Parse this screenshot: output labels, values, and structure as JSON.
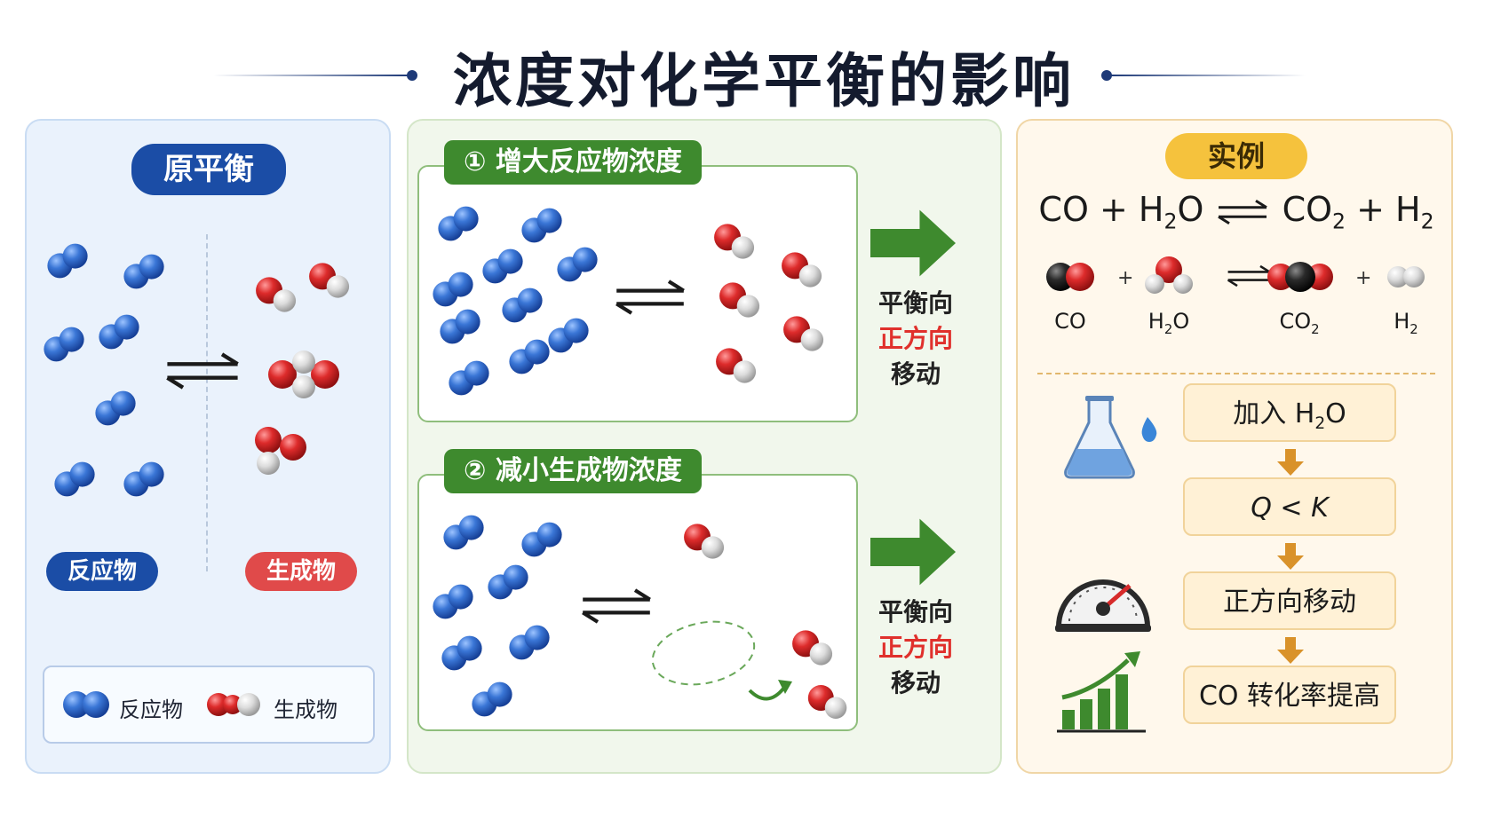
{
  "title": "浓度对化学平衡的影响",
  "original": {
    "title": "原平衡",
    "reactant_label": "反应物",
    "product_label": "生成物",
    "legend": {
      "reactant": "反应物",
      "product": "生成物"
    }
  },
  "cases": [
    {
      "tab": "① 增大反应物浓度",
      "result_line1": "平衡向",
      "result_line2": "正方向",
      "result_line3": "移动"
    },
    {
      "tab": "② 减小生成物浓度",
      "result_line1": "平衡向",
      "result_line2": "正方向",
      "result_line3": "移动"
    }
  ],
  "example": {
    "title": "实例",
    "equation": {
      "co": "CO",
      "plus1": "+",
      "h2o_h": "H",
      "h2o_sub": "2",
      "h2o_o": "O",
      "co2_c": "CO",
      "co2_sub": "2",
      "plus2": "+",
      "h2_h": "H",
      "h2_sub": "2"
    },
    "species": {
      "co": "CO",
      "h2o_h": "H",
      "h2o_sub": "2",
      "h2o_o": "O",
      "co2_c": "CO",
      "co2_sub": "2",
      "h2_h": "H",
      "h2_sub": "2"
    },
    "steps": {
      "step1_prefix": "加入 H",
      "step1_sub": "2",
      "step1_suffix": "O",
      "step2": "Q < K",
      "step3": "正方向移动",
      "step4": "CO 转化率提高"
    }
  },
  "colors": {
    "reactant_blue": "#2f66c8",
    "oxygen_red": "#d52a2a",
    "hydrogen_gray": "#d8d8d8",
    "carbon_black": "#222222",
    "arrow_green": "#3e8a2e",
    "title_navy": "#141b2e"
  },
  "icons": [
    "flask-icon",
    "water-drop-icon",
    "gauge-icon",
    "growth-chart-icon",
    "right-arrow-icon",
    "down-arrow-icon",
    "equilibrium-arrow-icon"
  ]
}
